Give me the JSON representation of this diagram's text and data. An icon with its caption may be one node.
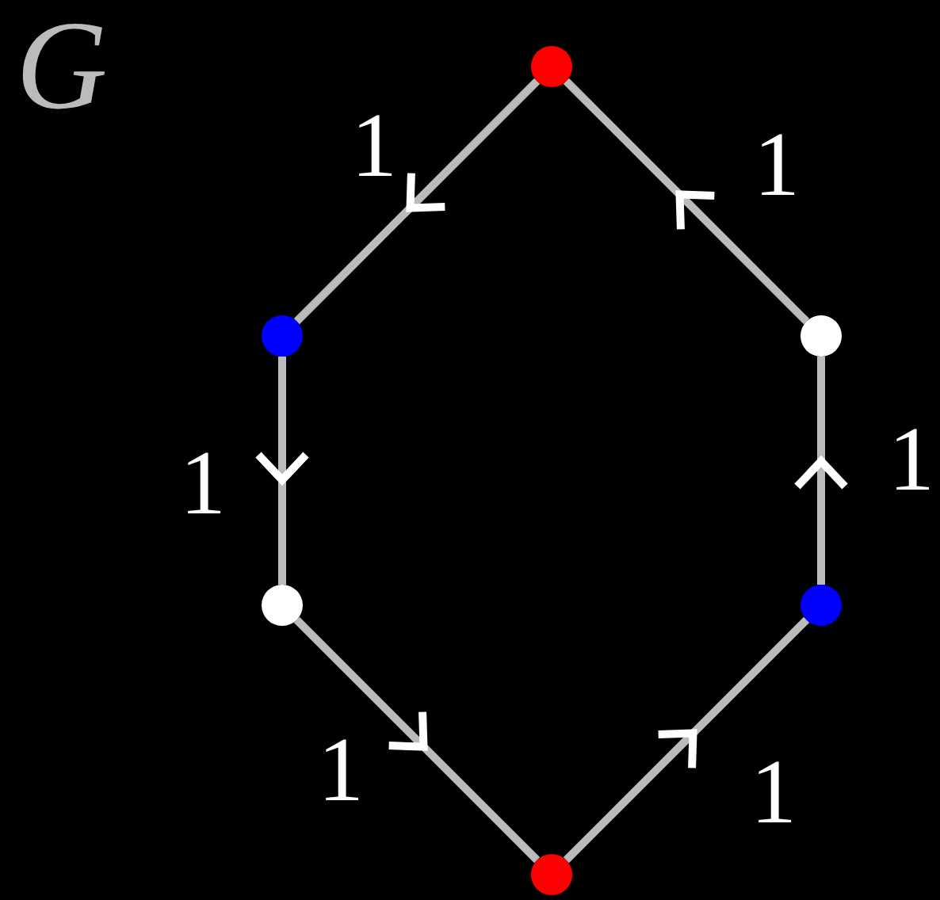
{
  "diagram": {
    "title": "G",
    "nodes": [
      {
        "text": [],
        "shape": "circle"
      },
      {
        "text": [],
        "shape": "circle"
      },
      {
        "text": [],
        "shape": "circle"
      },
      {
        "text": [],
        "shape": "circle"
      },
      {
        "text": [],
        "shape": "circle"
      },
      {
        "text": [],
        "shape": "circle"
      }
    ],
    "edges": [
      {
        "from": 0,
        "to": 1,
        "arrow": "to",
        "label": "1"
      },
      {
        "from": 2,
        "to": 0,
        "arrow": "to",
        "label": "1"
      },
      {
        "from": 1,
        "to": 3,
        "arrow": "to",
        "label": "1"
      },
      {
        "from": 4,
        "to": 2,
        "arrow": "to",
        "label": "1"
      },
      {
        "from": 3,
        "to": 5,
        "arrow": "to",
        "label": "1"
      },
      {
        "from": 5,
        "to": 4,
        "arrow": "to",
        "label": "1"
      }
    ]
  }
}
